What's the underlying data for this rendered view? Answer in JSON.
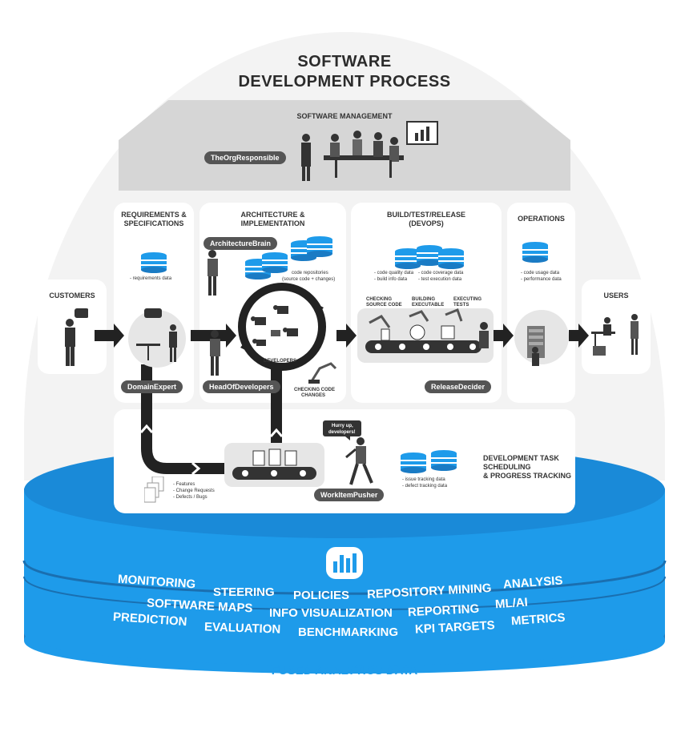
{
  "title": {
    "line1": "SOFTWARE",
    "line2": "DEVELOPMENT PROCESS"
  },
  "management": {
    "header": "SOFTWARE MANAGEMENT",
    "role": "TheOrgResponsible"
  },
  "stages": {
    "requirements": {
      "header1": "REQUIREMENTS &",
      "header2": "SPECIFICATIONS",
      "data": "- requirements data",
      "role": "DomainExpert"
    },
    "architecture": {
      "header1": "ARCHITECTURE &",
      "header2": "IMPLEMENTATION",
      "role_top": "ArchitectureBrain",
      "role_bottom": "HeadOfDevelopers",
      "data1": "code repositories",
      "data2": "(source code + changes)",
      "cycle_label": "DEVELOPERS",
      "check1": "CHECKING CODE",
      "check2": "CHANGES"
    },
    "build": {
      "header1": "BUILD/TEST/RELEASE",
      "header2": "(DEVOPS)",
      "data_a1": "- code quality data",
      "data_a2": "- build info data",
      "data_b1": "- code coverage data",
      "data_b2": "- test execution data",
      "step1a": "CHECKING",
      "step1b": "SOURCE CODE",
      "step2a": "BUILDING",
      "step2b": "EXECUTABLE",
      "step3a": "EXECUTING",
      "step3b": "TESTS",
      "role": "ReleaseDecider"
    },
    "operations": {
      "header": "OPERATIONS",
      "data1": "- code usage data",
      "data2": "- performance data"
    }
  },
  "customers": {
    "label": "CUSTOMERS"
  },
  "users": {
    "label": "USERS"
  },
  "tasks": {
    "title1": "DEVELOPMENT TASK",
    "title2": "SCHEDULING",
    "title3": "& PROGRESS TRACKING",
    "data1": "- issue tracking data",
    "data2": "- defect tracking data",
    "role": "WorkItemPusher",
    "speech1": "Hurry up,",
    "speech2": "developers!",
    "items1": "- Features",
    "items2": "- Change Requests",
    "items3": "- Defects / Bugs"
  },
  "analytics": {
    "words": [
      "MONITORING",
      "STEERING",
      "POLICIES",
      "REPOSITORY MINING",
      "ANALYSIS",
      "SOFTWARE MAPS",
      "INFO VISUALIZATION",
      "REPORTING",
      "ML/AI",
      "PREDICTION",
      "EVALUATION",
      "BENCHMARKING",
      "KPI TARGETS",
      "METRICS"
    ],
    "footer": "FUSED ANALYTICS DATA"
  },
  "colors": {
    "accent": "#1E9BEA",
    "dark": "#1A7BC4",
    "panel": "#EFEFEF",
    "tag": "#555555"
  }
}
